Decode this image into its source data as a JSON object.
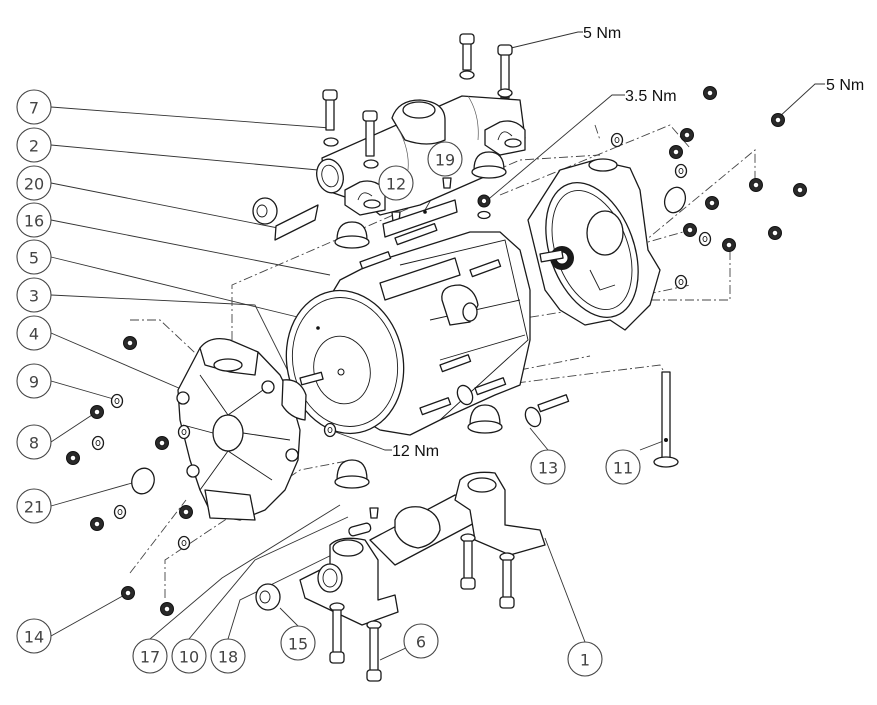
{
  "diagram": {
    "type": "exploded-view assembly drawing",
    "subject": "diaphragm pump",
    "line_color": "#1a1a1a",
    "background": "#ffffff"
  },
  "callouts": [
    {
      "id": "7",
      "label": "7"
    },
    {
      "id": "2",
      "label": "2"
    },
    {
      "id": "20",
      "label": "20"
    },
    {
      "id": "16",
      "label": "16"
    },
    {
      "id": "5",
      "label": "5"
    },
    {
      "id": "3",
      "label": "3"
    },
    {
      "id": "4",
      "label": "4"
    },
    {
      "id": "9",
      "label": "9"
    },
    {
      "id": "8",
      "label": "8"
    },
    {
      "id": "21",
      "label": "21"
    },
    {
      "id": "14",
      "label": "14"
    },
    {
      "id": "17",
      "label": "17"
    },
    {
      "id": "10",
      "label": "10"
    },
    {
      "id": "18",
      "label": "18"
    },
    {
      "id": "15",
      "label": "15"
    },
    {
      "id": "6",
      "label": "6"
    },
    {
      "id": "1",
      "label": "1"
    },
    {
      "id": "13",
      "label": "13"
    },
    {
      "id": "11",
      "label": "11"
    },
    {
      "id": "12",
      "label": "12"
    },
    {
      "id": "19",
      "label": "19"
    }
  ],
  "torques": [
    {
      "id": "top-bolt",
      "label": "5 Nm"
    },
    {
      "id": "manifold-nut",
      "label": "3.5 Nm"
    },
    {
      "id": "right-cover-nut",
      "label": "5 Nm"
    },
    {
      "id": "left-cover-nut",
      "label": "12 Nm"
    }
  ]
}
